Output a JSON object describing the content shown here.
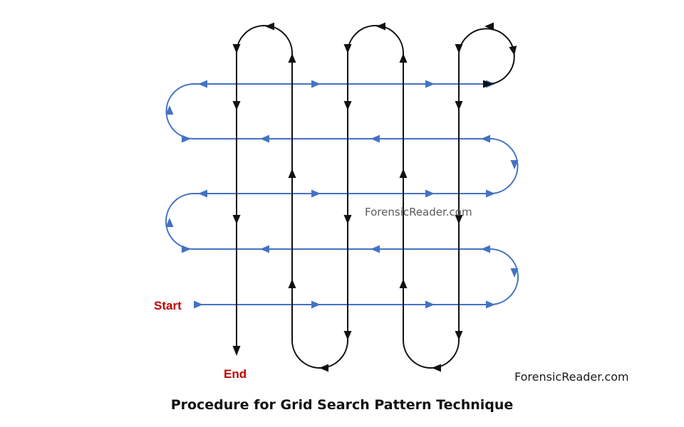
{
  "labels": {
    "start": "Start",
    "end": "End",
    "watermark": "ForensicReader.com",
    "credit": "ForensicReader.com",
    "caption": "Procedure for Grid Search Pattern Technique"
  },
  "colors": {
    "horizontal_path": "#4472c4",
    "vertical_path": "#111111",
    "start_end_label": "#c00000"
  }
}
